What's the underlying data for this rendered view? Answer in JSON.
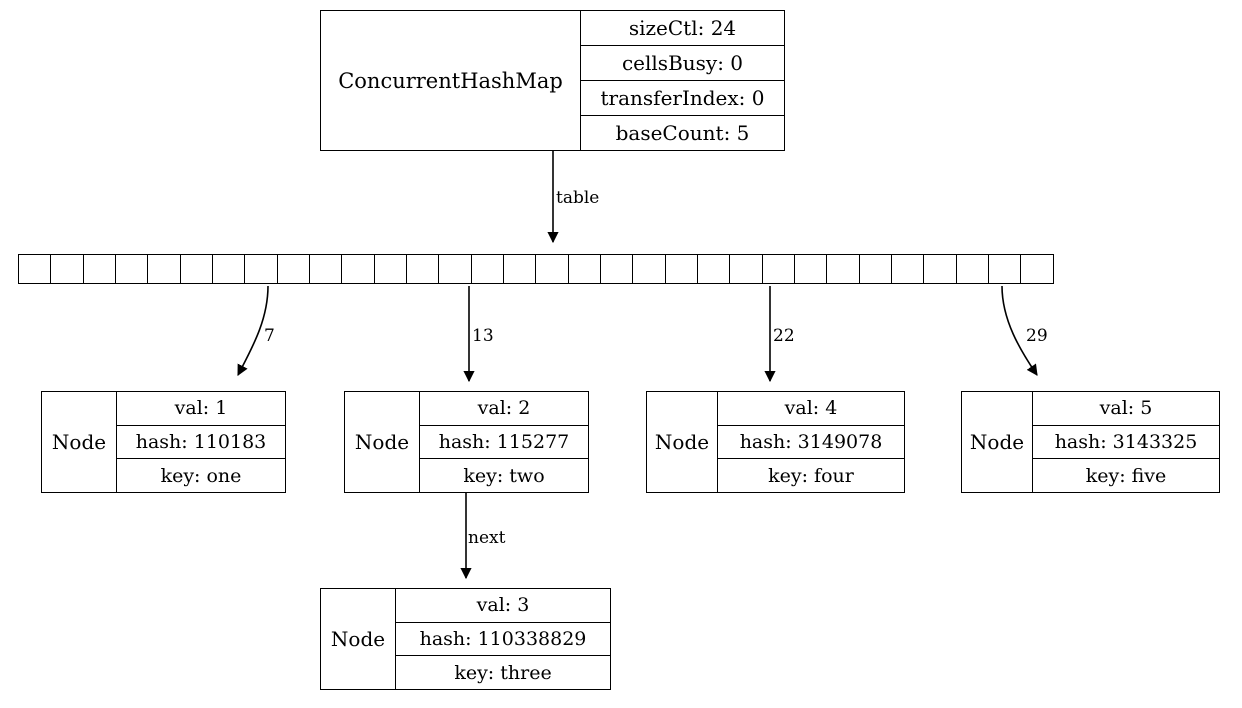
{
  "diagram": {
    "title": "ConcurrentHashMap structure",
    "type": "graphviz-record-diagram",
    "background": "#ffffff",
    "stroke": "#000000"
  },
  "chm": {
    "label": "ConcurrentHashMap",
    "fields": [
      {
        "name": "sizeCtl",
        "text": "sizeCtl: 24"
      },
      {
        "name": "cellsBusy",
        "text": "cellsBusy: 0"
      },
      {
        "name": "transferIndex",
        "text": "transferIndex: 0"
      },
      {
        "name": "baseCount",
        "text": "baseCount: 5"
      }
    ]
  },
  "table": {
    "edge_label": "table",
    "cell_count": 32,
    "occupied_indexes": [
      7,
      13,
      22,
      29
    ]
  },
  "edges": [
    {
      "name": "bucket-7",
      "label": "7"
    },
    {
      "name": "bucket-13",
      "label": "13"
    },
    {
      "name": "bucket-22",
      "label": "22"
    },
    {
      "name": "bucket-29",
      "label": "29"
    },
    {
      "name": "node-two-next",
      "label": "next"
    }
  ],
  "nodes": [
    {
      "id": "one",
      "label": "Node",
      "val": "val: 1",
      "hash": "hash: 110183",
      "key": "key: one"
    },
    {
      "id": "two",
      "label": "Node",
      "val": "val: 2",
      "hash": "hash: 115277",
      "key": "key: two"
    },
    {
      "id": "four",
      "label": "Node",
      "val": "val: 4",
      "hash": "hash: 3149078",
      "key": "key: four"
    },
    {
      "id": "five",
      "label": "Node",
      "val": "val: 5",
      "hash": "hash: 3143325",
      "key": "key: five"
    },
    {
      "id": "three",
      "label": "Node",
      "val": "val: 3",
      "hash": "hash: 110338829",
      "key": "key: three"
    }
  ]
}
